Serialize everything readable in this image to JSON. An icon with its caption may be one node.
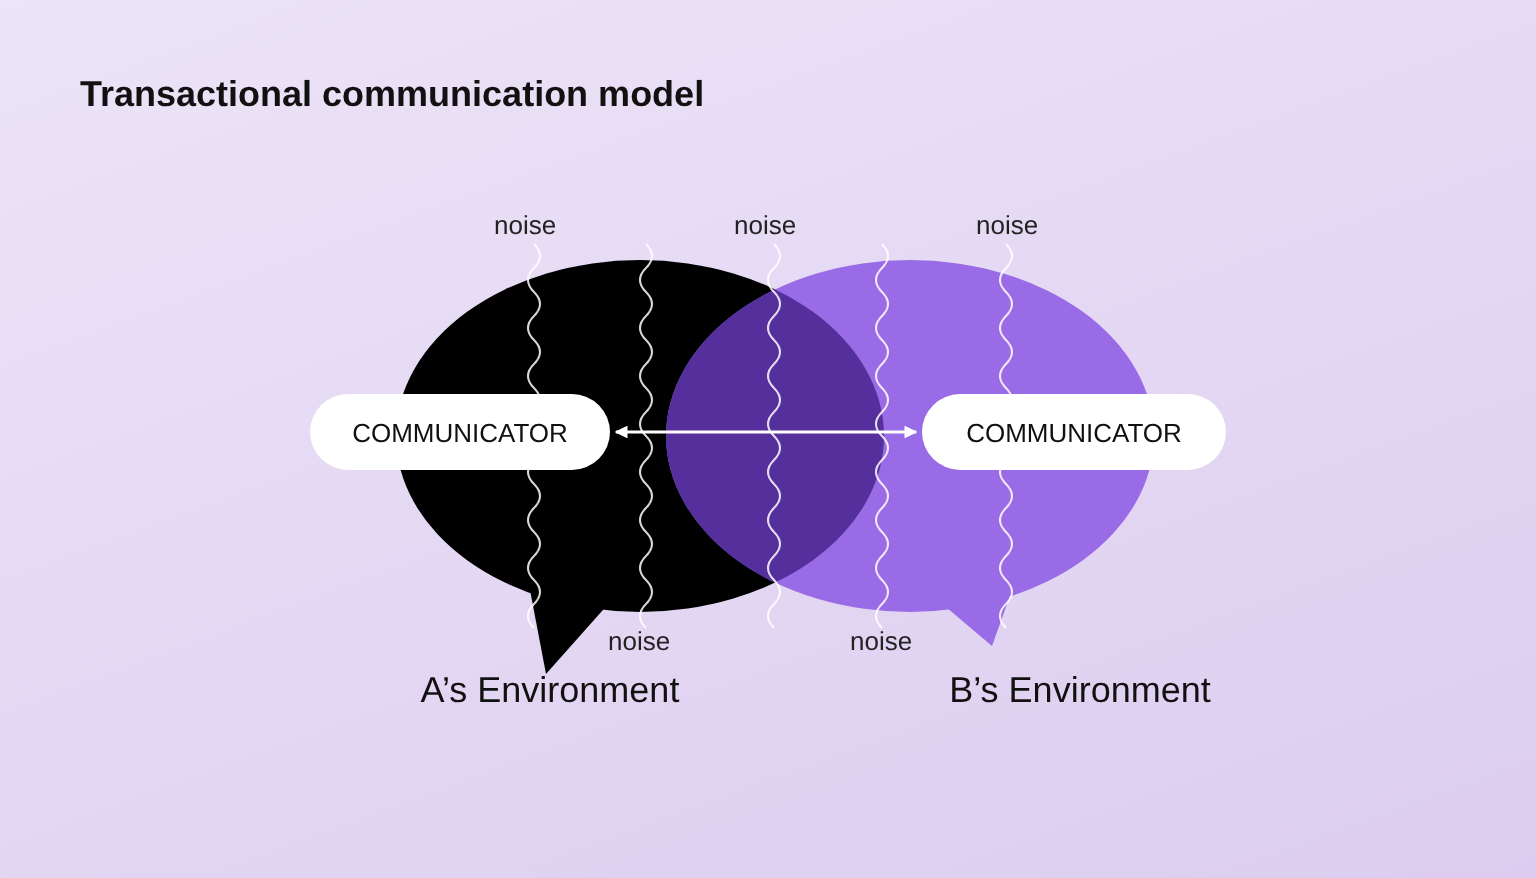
{
  "diagram": {
    "title": "Transactional communication model",
    "nodes": [
      {
        "text": [
          "A’s Environment"
        ]
      },
      {
        "text": [
          "B’s Environment"
        ]
      },
      {
        "text": [
          "COMMUNICATOR"
        ]
      },
      {
        "text": [
          "COMMUNICATOR"
        ]
      }
    ],
    "edges": [
      {
        "from": 2,
        "to": 3,
        "arrow": "both"
      }
    ],
    "labels": [
      "noise",
      "noise",
      "noise",
      "noise",
      "noise"
    ]
  }
}
